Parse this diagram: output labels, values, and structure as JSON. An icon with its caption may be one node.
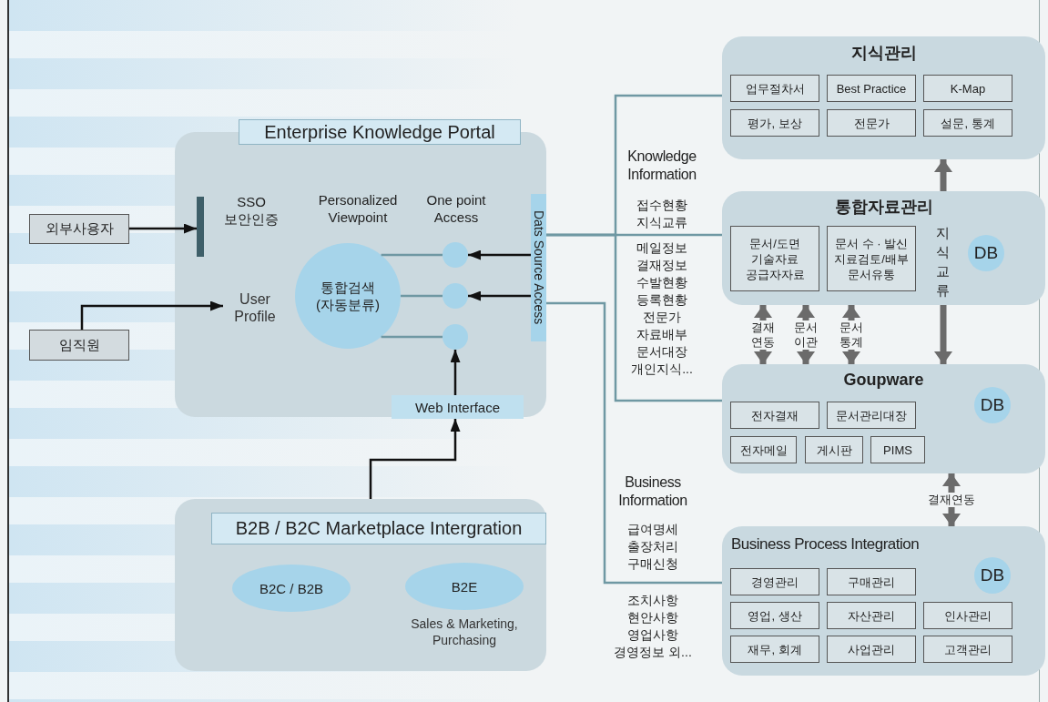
{
  "diagram": {
    "nodes": [
      {
        "text": [
          "Enterprise Knowledge Portal"
        ]
      },
      {
        "text": [
          "외부사용자"
        ]
      },
      {
        "text": [
          "임직원"
        ]
      },
      {
        "text": [],
        "shape": "bar",
        "in": 0
      },
      {
        "text": [
          "User Profile"
        ],
        "in": 0
      },
      {
        "text": [
          "통합검색 (자동분류)"
        ],
        "in": 0
      },
      {
        "text": [],
        "shape": "circle",
        "in": 0
      },
      {
        "text": [],
        "shape": "circle",
        "in": 0
      },
      {
        "text": [],
        "shape": "circle",
        "in": 0
      },
      {
        "text": [
          "Dats Source Access"
        ],
        "in": 0
      },
      {
        "text": [
          "Web Interface"
        ],
        "in": 0
      },
      {
        "text": [
          "B2B / B2C Marketplace Intergration"
        ]
      },
      {
        "text": [
          "B2C / B2B"
        ],
        "in": 11
      },
      {
        "text": [
          "B2E"
        ],
        "in": 11,
        "beside": [
          "Sales & Marketing, Purchasing"
        ]
      },
      {
        "text": [
          "지식관리"
        ]
      },
      {
        "text": [
          "업무절차서"
        ],
        "in": 14
      },
      {
        "text": [
          "Best Practice"
        ],
        "in": 14
      },
      {
        "text": [
          "K-Map"
        ],
        "in": 14
      },
      {
        "text": [
          "평가, 보상"
        ],
        "in": 14
      },
      {
        "text": [
          "전문가"
        ],
        "in": 14
      },
      {
        "text": [
          "설문, 통계"
        ],
        "in": 14
      },
      {
        "text": [
          "통합자료관리"
        ]
      },
      {
        "text": [
          "문서/도면 기술자료 공급자자료"
        ],
        "in": 21
      },
      {
        "text": [
          "문서 수 · 발신 지료검토/배부 문서유통"
        ],
        "in": 21
      },
      {
        "text": [
          "DB"
        ],
        "in": 21
      },
      {
        "text": [
          "Goupware"
        ]
      },
      {
        "text": [
          "전자결재"
        ],
        "in": 25
      },
      {
        "text": [
          "문서관리대장"
        ],
        "in": 25
      },
      {
        "text": [
          "DB"
        ],
        "in": 25
      },
      {
        "text": [
          "전자메일"
        ],
        "in": 25
      },
      {
        "text": [
          "게시판"
        ],
        "in": 25
      },
      {
        "text": [
          "PIMS"
        ],
        "in": 25
      },
      {
        "text": [
          "Business Process Integration"
        ]
      },
      {
        "text": [
          "경영관리"
        ],
        "in": 32
      },
      {
        "text": [
          "구매관리"
        ],
        "in": 32
      },
      {
        "text": [
          "DB"
        ],
        "in": 32
      },
      {
        "text": [
          "영업, 생산"
        ],
        "in": 32
      },
      {
        "text": [
          "자산관리"
        ],
        "in": 32
      },
      {
        "text": [
          "인사관리"
        ],
        "in": 32
      },
      {
        "text": [
          "재무, 회계"
        ],
        "in": 32
      },
      {
        "text": [
          "사업관리"
        ],
        "in": 32
      },
      {
        "text": [
          "고객관리"
        ],
        "in": 32
      }
    ],
    "edges": [
      {
        "from": 1,
        "to": 3,
        "arrow": "to",
        "color": "#111111"
      },
      {
        "from": 2,
        "to": 4,
        "arrow": "to",
        "color": "#111111"
      },
      {
        "from": 5,
        "to": 6,
        "arrow": "none",
        "color": "#6f98a3"
      },
      {
        "from": 5,
        "to": 7,
        "arrow": "none",
        "color": "#6f98a3"
      },
      {
        "from": 5,
        "to": 8,
        "arrow": "none",
        "color": "#6f98a3"
      },
      {
        "from": 9,
        "to": 6,
        "arrow": "to",
        "color": "#111111"
      },
      {
        "from": 9,
        "to": 7,
        "arrow": "to",
        "color": "#111111"
      },
      {
        "from": 10,
        "to": 8,
        "arrow": "to",
        "color": "#111111"
      },
      {
        "from": 11,
        "to": 10,
        "arrow": "to",
        "color": "#111111"
      },
      {
        "from": 9,
        "to": 14,
        "arrow": "none",
        "color": "#6f98a3"
      },
      {
        "from": 9,
        "to": 21,
        "arrow": "none",
        "color": "#6f98a3"
      },
      {
        "from": 9,
        "to": 25,
        "arrow": "none",
        "color": "#6f98a3"
      },
      {
        "from": 9,
        "to": 32,
        "arrow": "none",
        "color": "#6f98a3"
      },
      {
        "from": 21,
        "to": 14,
        "arrow": "to",
        "style": "thick",
        "color": "#6b6b6b"
      },
      {
        "from": 21,
        "to": 25,
        "arrow": "to",
        "style": "thick",
        "color": "#6b6b6b"
      },
      {
        "from": 21,
        "to": 25,
        "arrow": "both",
        "label": "결재 연동",
        "style": "thick",
        "color": "#6b6b6b"
      },
      {
        "from": 21,
        "to": 25,
        "arrow": "both",
        "label": "문서 이관",
        "style": "thick",
        "color": "#6b6b6b"
      },
      {
        "from": 21,
        "to": 25,
        "arrow": "both",
        "label": "문서 통계",
        "style": "thick",
        "color": "#6b6b6b"
      },
      {
        "from": 25,
        "to": 32,
        "arrow": "both",
        "label": "결재연동",
        "style": "thick",
        "color": "#6b6b6b"
      }
    ],
    "labels": [
      "SSO 보안인증",
      "Personalized Viewpoint",
      "One point Access",
      "Knowledge Information",
      "접수현황",
      "지식교류",
      "메일정보",
      "결재정보",
      "수발현황",
      "등록현황",
      "전문가",
      "자료배부",
      "문서대장",
      "개인지식...",
      "지식교류",
      "Business Information",
      "급여명세",
      "출장처리",
      "구매신청",
      "조치사항",
      "현안사항",
      "영업사항",
      "경영정보 외..."
    ]
  }
}
